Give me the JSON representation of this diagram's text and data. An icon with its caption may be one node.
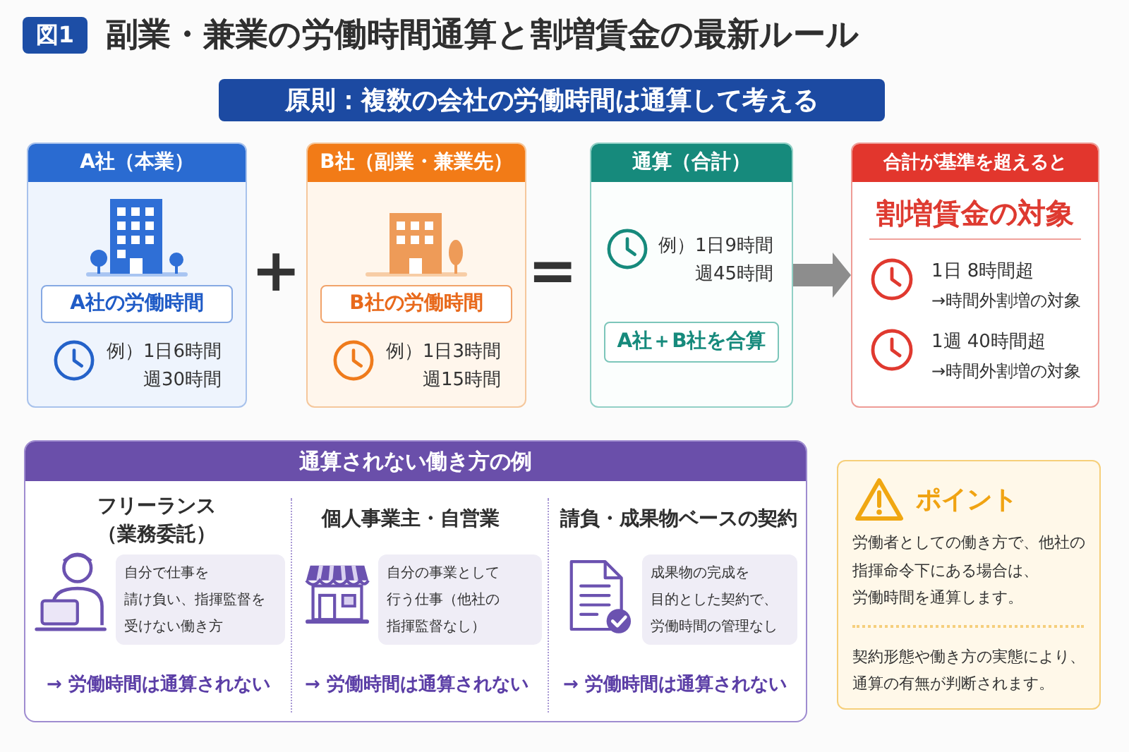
{
  "diagram": {
    "title": "副業・兼業の労働時間通算と割増賃金の最新ルール",
    "nodes": [
      {
        "text": [
          "原則：複数の会社の労働時間は通算して考える"
        ]
      },
      {
        "text": [
          "A社（本業）",
          "例）1日6時間",
          "週30時間"
        ]
      },
      {
        "text": [
          "A社の労働時間"
        ],
        "in": 1
      },
      {
        "text": [
          "B社（副業・兼業先）",
          "例）1日3時間",
          "週15時間"
        ]
      },
      {
        "text": [
          "B社の労働時間"
        ],
        "in": 3
      },
      {
        "text": [
          "通算（合計）",
          "例）1日9時間",
          "週45時間"
        ]
      },
      {
        "text": [
          "A社＋B社を合算"
        ],
        "in": 5
      },
      {
        "text": [
          "合計が基準を超えると",
          "割増賃金の対象",
          "1日 8時間超",
          "→時間外割増の対象",
          "1週 40時間超",
          "→時間外割増の対象"
        ]
      },
      {
        "text": [
          "通算されない働き方の例"
        ]
      },
      {
        "text": [
          "自分で仕事を請け負い、指揮監督を受けない働き方"
        ],
        "in": 8,
        "beside": [
          "フリーランス（業務委託）",
          "→ 労働時間は通算されない"
        ]
      },
      {
        "text": [
          "自分の事業として行う仕事（他社の指揮監督なし）"
        ],
        "in": 8,
        "beside": [
          "個人事業主・自営業",
          "→ 労働時間は通算されない"
        ]
      },
      {
        "text": [
          "成果物の完成を目的とした契約で、労働時間の管理なし"
        ],
        "in": 8,
        "beside": [
          "請負・成果物ベースの契約",
          "→ 労働時間は通算されない"
        ]
      },
      {
        "text": [
          "ポイント",
          "労働者としての働き方で、他社の指揮命令下にある場合は、労働時間を通算します。",
          "契約形態や働き方の実態により、通算の有無が判断されます。"
        ]
      }
    ],
    "edges": [
      {
        "from": 5,
        "to": 7,
        "arrow": "to"
      }
    ],
    "labels": [
      "図1",
      "+",
      "="
    ]
  }
}
